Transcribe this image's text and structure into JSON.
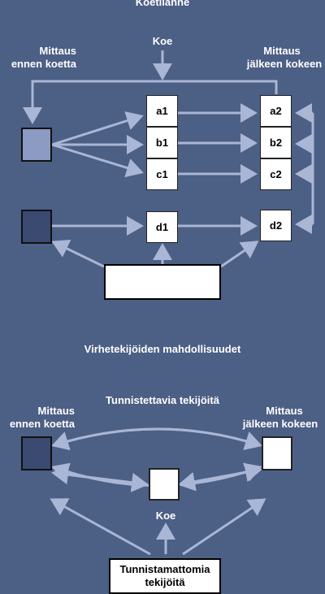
{
  "colors": {
    "background": "#4c5f85",
    "arrow": "#a9b6d5",
    "square_light": "#8b9bc4",
    "square_dark": "#3a4a70",
    "box": "#ffffff"
  },
  "top": {
    "title": "Koetilanne",
    "koe": "Koe",
    "mittaus_before": "Mittaus",
    "before_sub": "ennen koetta",
    "mittaus_after": "Mittaus",
    "after_sub": "jälkeen kokeen",
    "cells_left": [
      "a1",
      "b1",
      "c1",
      "d1"
    ],
    "cells_right": [
      "a2",
      "b2",
      "c2",
      "d2"
    ]
  },
  "bottom": {
    "title": "Virhetekijöiden mahdollisuudet",
    "identifiable": "Tunnistettavia tekijöitä",
    "mittaus_before": "Mittaus",
    "before_sub": "ennen koetta",
    "mittaus_after": "Mittaus",
    "after_sub": "jälkeen kokeen",
    "koe": "Koe",
    "unidentifiable_1": "Tunnistamattomia",
    "unidentifiable_2": "tekijöitä"
  }
}
